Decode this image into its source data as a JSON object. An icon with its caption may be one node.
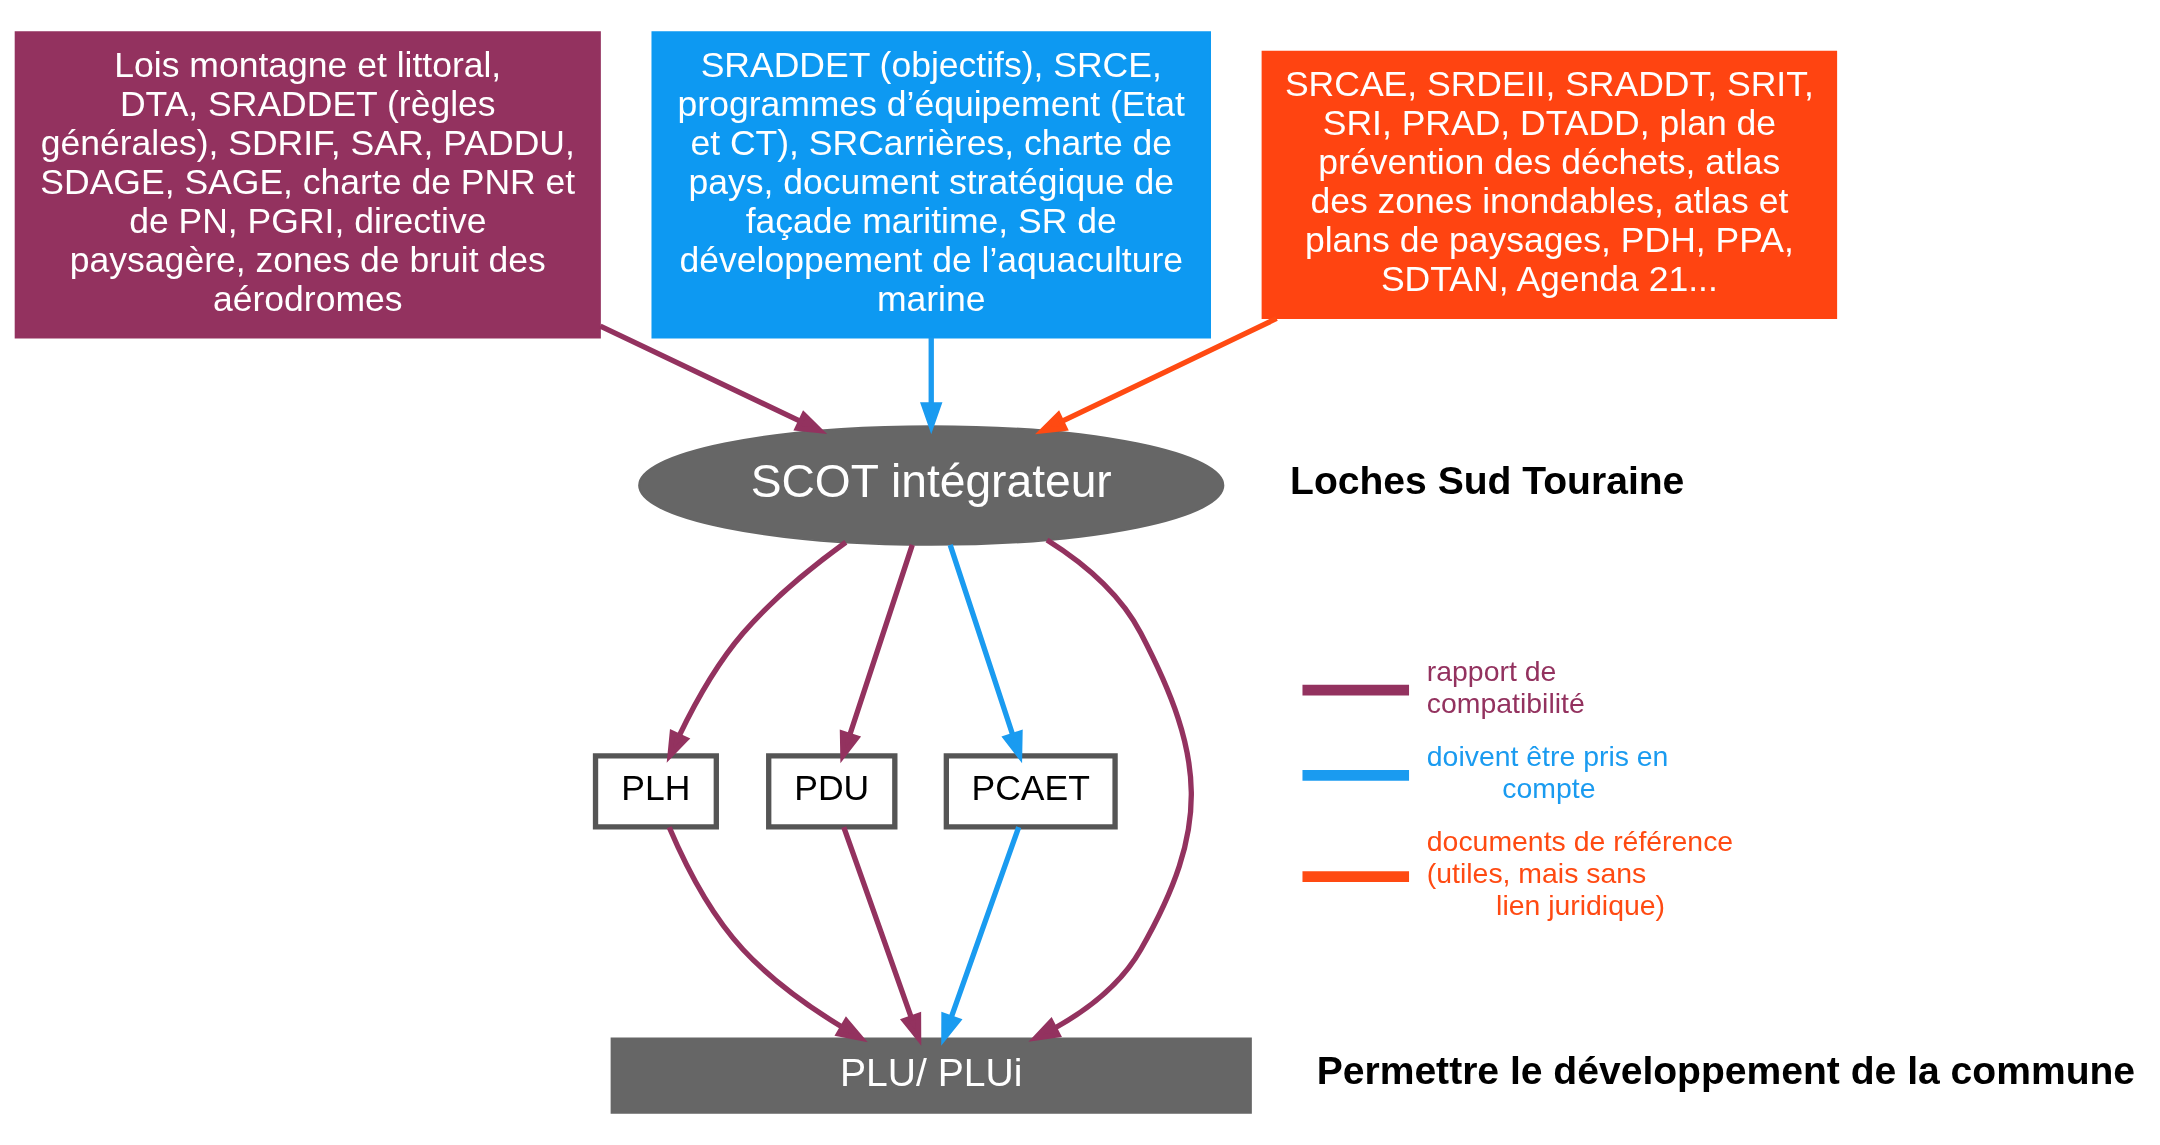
{
  "diagram": {
    "nodes": [
      {
        "text": [
          "Lois montagne et littoral, DTA, SRADDET (règles générales), SDRIF, SAR, PADDU, SDAGE, SAGE, charte de PNR et de PN, PGRI, directive paysagère, zones de bruit des aérodromes"
        ]
      },
      {
        "text": [
          "SRADDET (objectifs), SRCE, programmes d’équipement (Etat et CT), SRCarrières, charte de pays, document stratégique de façade maritime, SR de développement de l’aquaculture marine"
        ]
      },
      {
        "text": [
          "SRCAE, SRDEII, SRADDT, SRIT, SRI, PRAD, DTADD, plan de prévention des déchets, atlas des zones inondables, atlas et plans de paysages, PDH, PPA, SDTAN, Agenda 21..."
        ]
      },
      {
        "text": [
          "SCOT intégrateur"
        ]
      },
      {
        "text": [
          "PLH"
        ]
      },
      {
        "text": [
          "PDU"
        ]
      },
      {
        "text": [
          "PCAET"
        ]
      },
      {
        "text": [
          "PLU/ PLUi"
        ]
      }
    ],
    "edges": [
      {
        "from": 0,
        "to": 3,
        "arrow": "to"
      },
      {
        "from": 1,
        "to": 3,
        "arrow": "to",
        "color": "#1a9bf0"
      },
      {
        "from": 2,
        "to": 3,
        "arrow": "to",
        "color": "#ff4a12"
      },
      {
        "from": 3,
        "to": 4,
        "arrow": "to"
      },
      {
        "from": 3,
        "to": 5,
        "arrow": "to"
      },
      {
        "from": 3,
        "to": 7,
        "arrow": "to"
      },
      {
        "from": 3,
        "to": 6,
        "arrow": "to",
        "color": "#1a9bf0"
      },
      {
        "from": 4,
        "to": 7,
        "arrow": "to"
      },
      {
        "from": 5,
        "to": 7,
        "arrow": "to"
      },
      {
        "from": 6,
        "to": 7,
        "arrow": "to",
        "color": "#1a9bf0"
      }
    ],
    "labels": [
      "Loches Sud Touraine",
      "Permettre le développement de la commune"
    ],
    "legend": [
      {
        "text": "rapport de compatibilité"
      },
      {
        "text": "doivent être pris en compte"
      },
      {
        "text": "documents de référence (utiles, mais sans lien juridique)"
      }
    ]
  }
}
